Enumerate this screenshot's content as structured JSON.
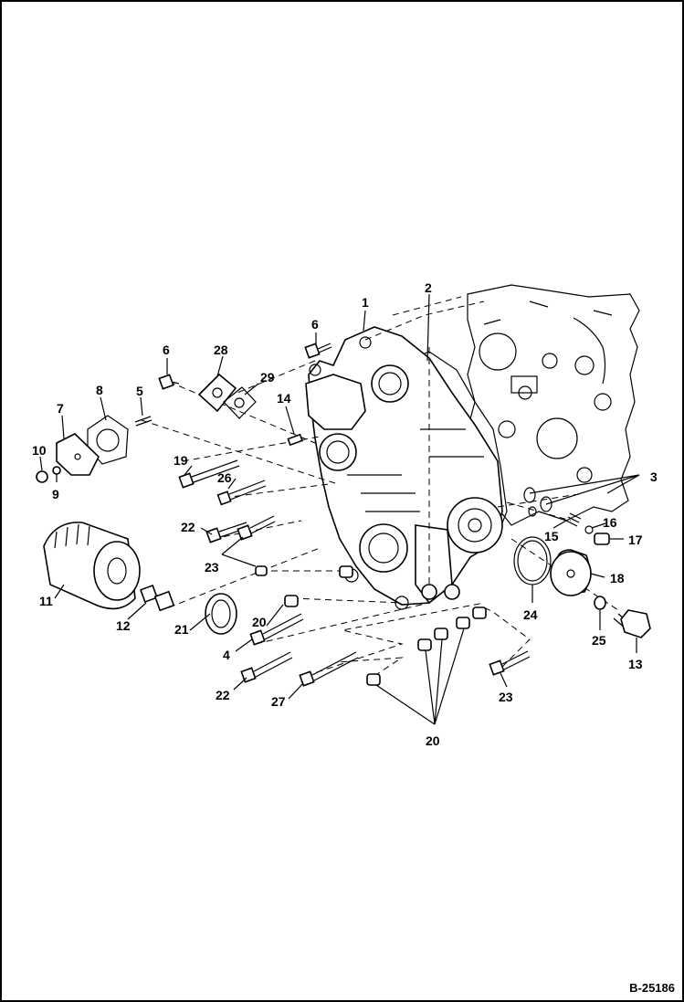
{
  "figure_id": "B-25186",
  "callouts": {
    "p1": "1",
    "p2": "2",
    "p3": "3",
    "p4": "4",
    "p5": "5",
    "p6a": "6",
    "p6b": "6",
    "p7": "7",
    "p8": "8",
    "p9": "9",
    "p10": "10",
    "p11": "11",
    "p12": "12",
    "p13": "13",
    "p14": "14",
    "p15": "15",
    "p16": "16",
    "p17": "17",
    "p18": "18",
    "p19": "19",
    "p20a": "20",
    "p20b": "20",
    "p21": "21",
    "p22a": "22",
    "p22b": "22",
    "p23a": "23",
    "p23b": "23",
    "p24": "24",
    "p25": "25",
    "p26": "26",
    "p27": "27",
    "p28": "28",
    "p29": "29"
  }
}
